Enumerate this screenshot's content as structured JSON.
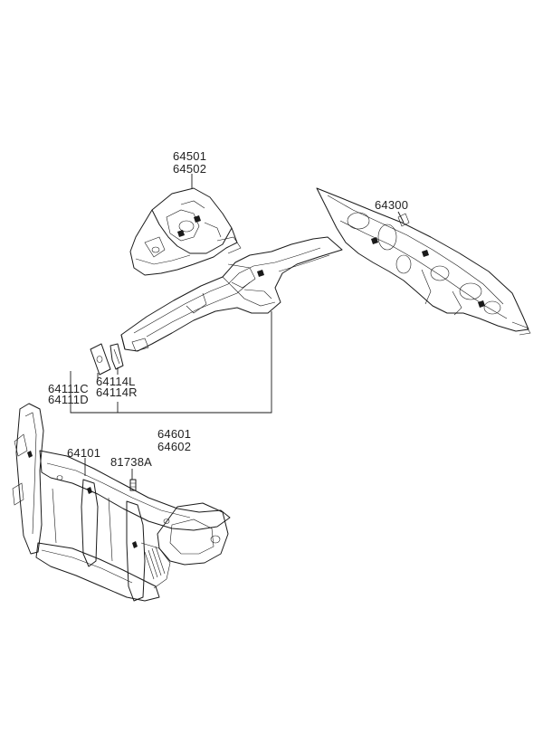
{
  "diagram": {
    "labels": {
      "p64501": "64501",
      "p64502": "64502",
      "p64300": "64300",
      "p64111C": "64111C",
      "p64111D": "64111D",
      "p64114L": "64114L",
      "p64114R": "64114R",
      "p64601": "64601",
      "p64602": "64602",
      "p64101": "64101",
      "p81738A": "81738A"
    }
  }
}
